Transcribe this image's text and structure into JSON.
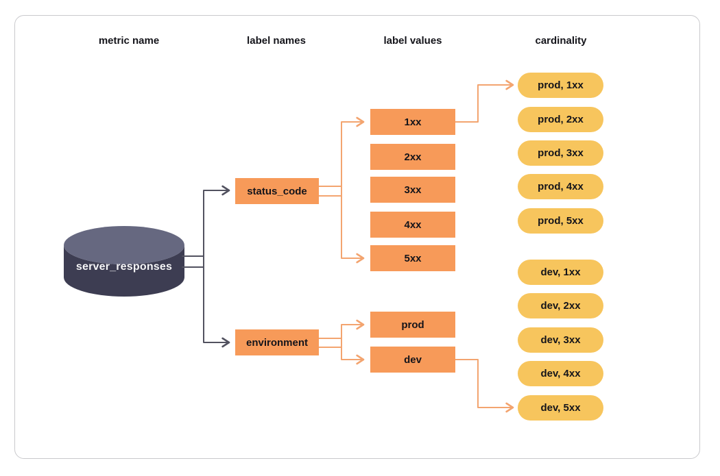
{
  "columns": {
    "metric_name": "metric name",
    "label_names": "label names",
    "label_values": "label values",
    "cardinality": "cardinality"
  },
  "metric": {
    "name": "server_responses"
  },
  "label_names": [
    "status_code",
    "environment"
  ],
  "label_values": {
    "status_code": [
      "1xx",
      "2xx",
      "3xx",
      "4xx",
      "5xx"
    ],
    "environment": [
      "prod",
      "dev"
    ]
  },
  "cardinality": {
    "prod": [
      "prod, 1xx",
      "prod, 2xx",
      "prod, 3xx",
      "prod, 4xx",
      "prod, 5xx"
    ],
    "dev": [
      "dev, 1xx",
      "dev, 2xx",
      "dev, 3xx",
      "dev, 4xx",
      "dev, 5xx"
    ]
  },
  "colors": {
    "box-orange": "#F79A59",
    "pill-yellow": "#F7C55D",
    "line-orange": "#F3A46F",
    "line-dark": "#51515F",
    "cylinder-body": "#3D3D52",
    "cylinder-top": "#666880",
    "text-dark": "#14141A",
    "text-light": "#F5F5F7",
    "card-border": "#C9C9CC"
  }
}
